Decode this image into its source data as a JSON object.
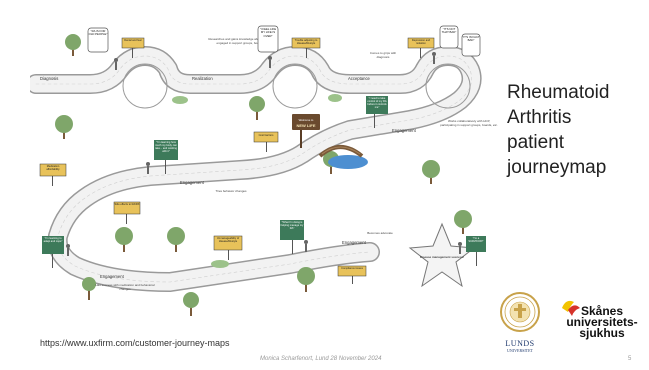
{
  "slide": {
    "title": "Rheumatoid\nArthritis\npatient\njourneymap",
    "source_url": "https://www.uxfirm.com/customer-journey-maps",
    "footer": "Monica Scharfenort, Lund 28 November 2024",
    "page_number": "5"
  },
  "journey_map": {
    "stages": {
      "diagnosis": "Diagnosis",
      "realization": "Realization",
      "acceptance": "Acceptance",
      "engagement_right": "Engagement",
      "engagement_mid": "Engagement",
      "engagement_lower": "Engagement",
      "engagement_bottom": "Engagement"
    },
    "descriptions": {
      "realization": "Researches and gains knowledge about RA, but not engaged in support groups, boards, etc.",
      "acceptance": "Comes to grips with diagnosis",
      "engagement_right": "Works collaboratively with HCP, participating in support groups, boards, etc.",
      "engagement_mid": "Tries behavior changes",
      "engagement_lower": "Becomes advocate",
      "engagement_bottom": "Has success with medication and behavioral changes"
    },
    "signs": {
      "welcome_line1": "Welcome to",
      "welcome_line2": "NEW LIFE",
      "disease_management": "Disease management success!"
    },
    "speech_bubbles": {
      "bubble_1": "\"RA IS FOR OLD PEOPLE\"",
      "bubble_2": "\"I FEEL LIKE MY LIFE IS OVER\"",
      "bubble_3": "\"IT'S NOT THAT BAD\"",
      "bubble_4": "\"IT'S IN FACT BAD\""
    },
    "green_signs": {
      "sign_1": "\"I need to take control of my RA before it controls me\"",
      "sign_2": "\"I'm learning how much my body can take... and working with it\"",
      "sign_3": "\"What I'm doing is helping manage my RA\"",
      "sign_4": "\"I'm learning to adapt and cope\"",
      "sign_5": "\"I'm a SURVIVOR!\""
    },
    "yellow_signs": {
      "y1": "Denial and fear",
      "y2": "Trouble adjusting to disease/lifestyle",
      "y3": "Depression and isolation",
      "y4": "Medication affordability",
      "y5": "Cost barriers",
      "y6": "Side effects to RA/RX",
      "y7": "Unmanageability of disease/lifestyle",
      "y8": "Compliance issues"
    }
  },
  "logos": {
    "lund_name": "LUNDS",
    "lund_sub": "UNIVERSITET",
    "skane_text": "Skånes\nuniversitets-\nsjukhus"
  },
  "colors": {
    "road": "#d9d9d9",
    "road_edge": "#9a9a9a",
    "tree": "#7fa66a",
    "sign_green": "#3d7a5a",
    "sign_yellow": "#e8c25a",
    "welcome_sign": "#6a4a2e",
    "water": "#4d8fd1",
    "skane_yellow": "#f2c300",
    "skane_red": "#d6332a",
    "lund_blue": "#1f3a6e"
  }
}
